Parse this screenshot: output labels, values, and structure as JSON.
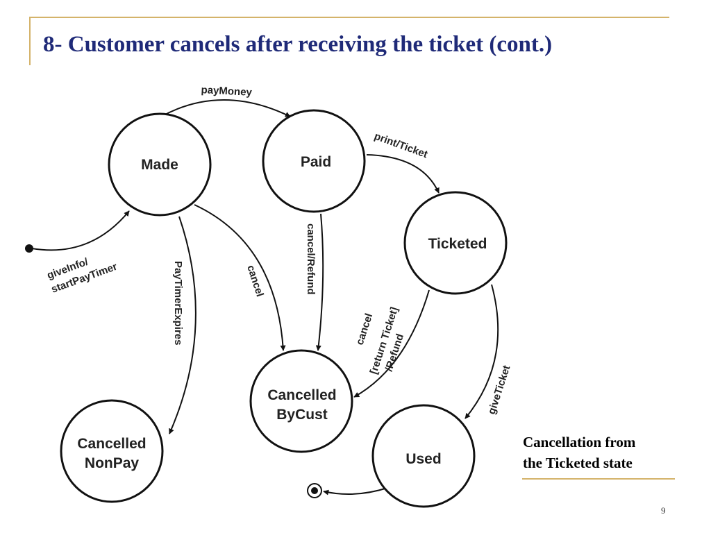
{
  "slide": {
    "title": "8- Customer cancels after receiving the ticket (cont.)",
    "caption_line1": "Cancellation from",
    "caption_line2": "the Ticketed state",
    "page_number": "9"
  },
  "diagram": {
    "states": {
      "made": "Made",
      "paid": "Paid",
      "ticketed": "Ticketed",
      "cancelled_bycust_line1": "Cancelled",
      "cancelled_bycust_line2": "ByCust",
      "cancelled_nonpay_line1": "Cancelled",
      "cancelled_nonpay_line2": "NonPay",
      "used": "Used"
    },
    "transitions": {
      "pay_money": "payMoney",
      "print_ticket": "print/Ticket",
      "give_info_line1": "giveInfo/",
      "give_info_line2": "startPayTimer",
      "pay_timer_expires": "PayTimerExpires",
      "cancel": "cancel",
      "cancel_refund": "cancel/Refund",
      "cancel_return_line1": "cancel",
      "cancel_return_line2": "[return Ticket]",
      "cancel_return_line3": "/Refund",
      "give_ticket": "giveTicket"
    }
  }
}
